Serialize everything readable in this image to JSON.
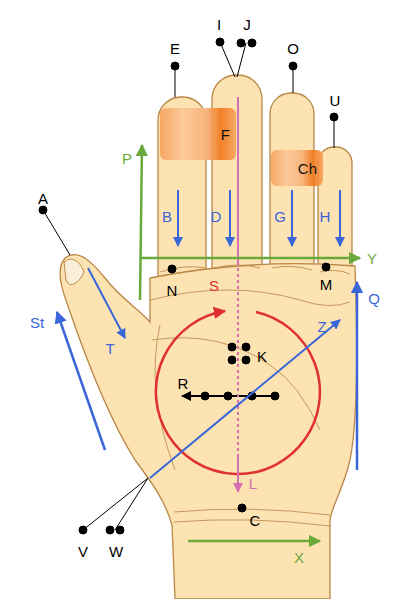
{
  "diagram": {
    "nodes": [
      {
        "text": [
          "F"
        ]
      },
      {
        "text": [
          "Ch"
        ]
      }
    ],
    "labels": [
      "E",
      "I",
      "J",
      "O",
      "U",
      "P",
      "A",
      "B",
      "D",
      "G",
      "H",
      "Y",
      "N",
      "S",
      "M",
      "Q",
      "St",
      "T",
      "Z",
      "K",
      "R",
      "L",
      "C",
      "V",
      "W",
      "X"
    ]
  }
}
